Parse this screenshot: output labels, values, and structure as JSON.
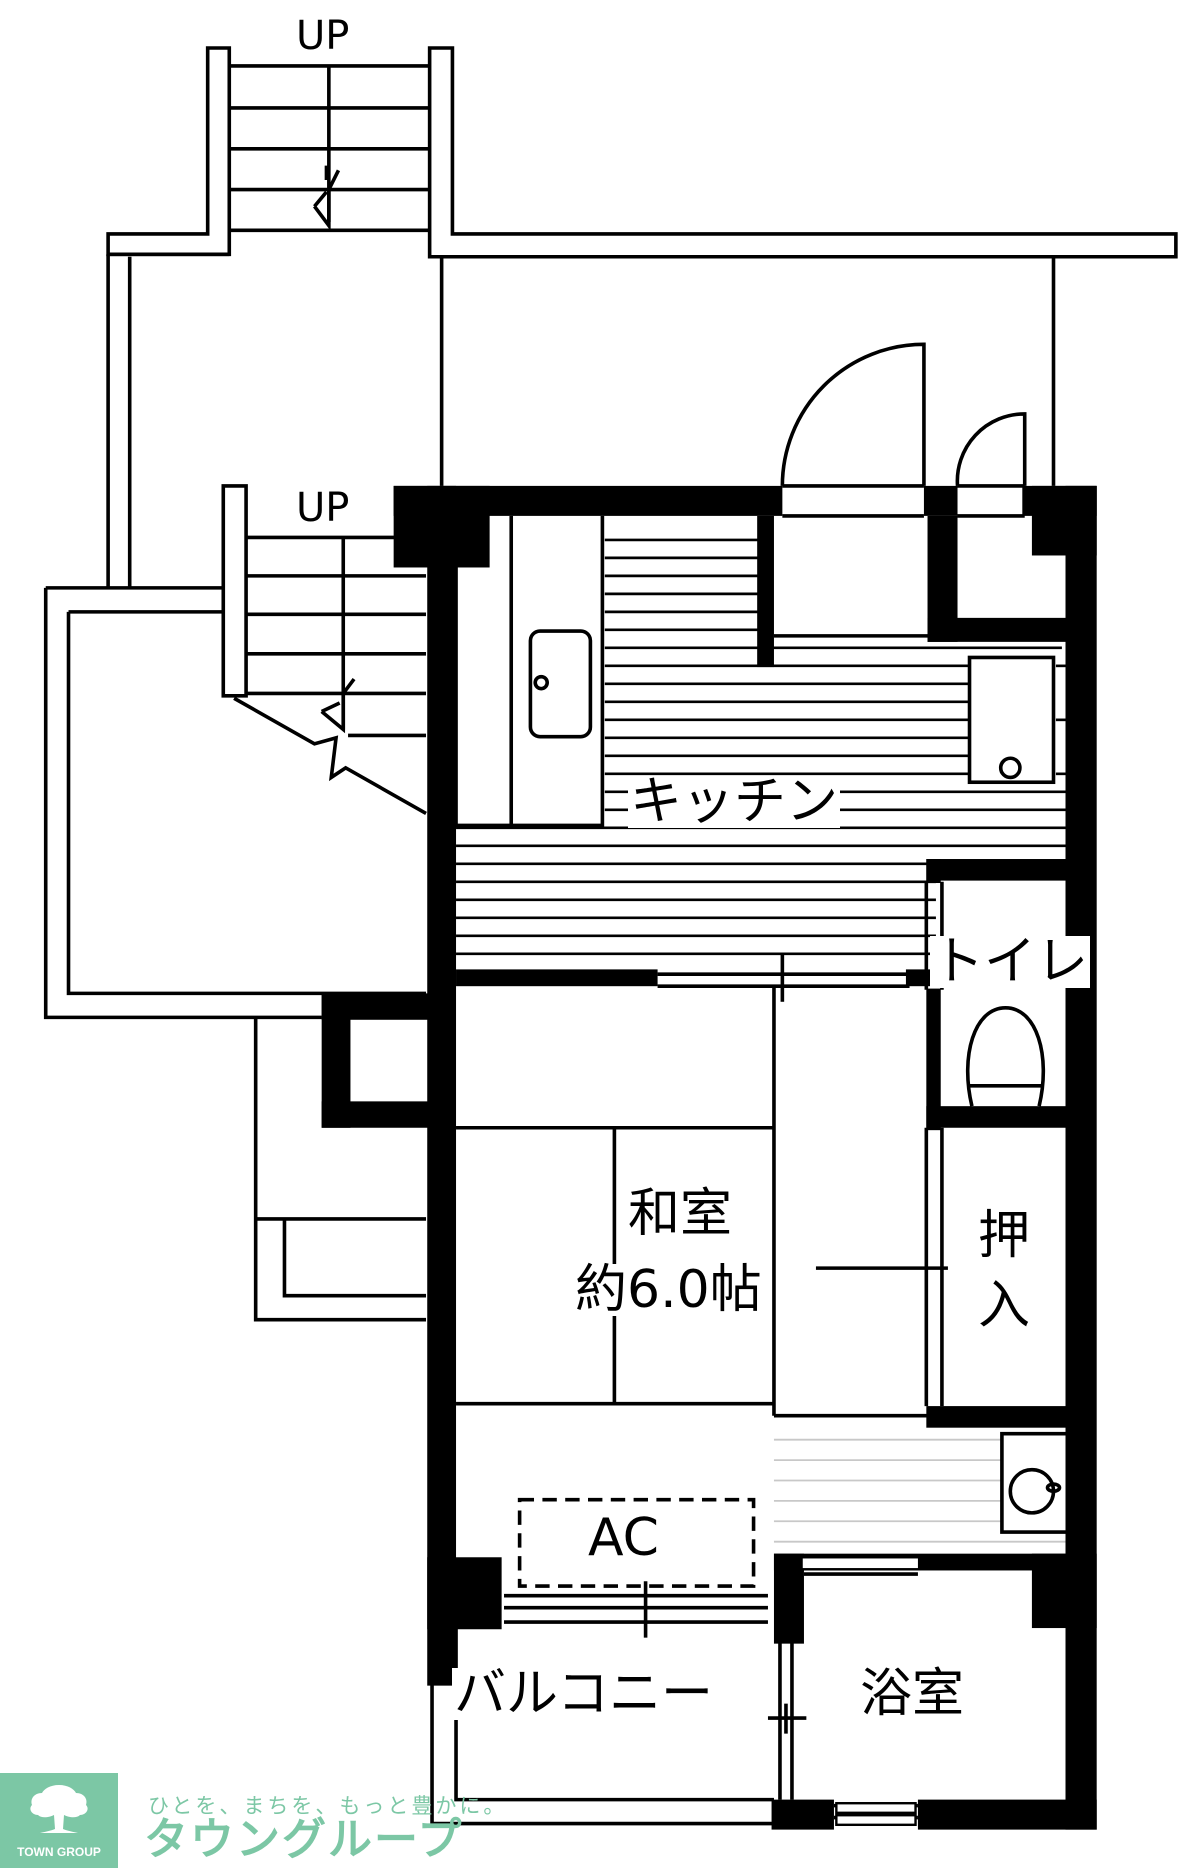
{
  "plan": {
    "stairs": [
      {
        "label": "UP"
      },
      {
        "label": "UP"
      }
    ],
    "rooms": {
      "kitchen": {
        "label": "キッチン"
      },
      "toilet": {
        "label": "トイレ"
      },
      "washitsu": {
        "label": "和室",
        "area": "約6.0帖"
      },
      "closet": {
        "label_line1": "押",
        "label_line2": "入"
      },
      "ac": {
        "label": "AC"
      },
      "balcony": {
        "label": "バルコニー"
      },
      "bath": {
        "label": "浴室"
      }
    }
  },
  "logo": {
    "badge_text": "TOWN GROUP",
    "tagline": "ひとを、まちを、もっと豊かに。",
    "brand_name": "タウングループ",
    "color": "#7cc7a5"
  }
}
